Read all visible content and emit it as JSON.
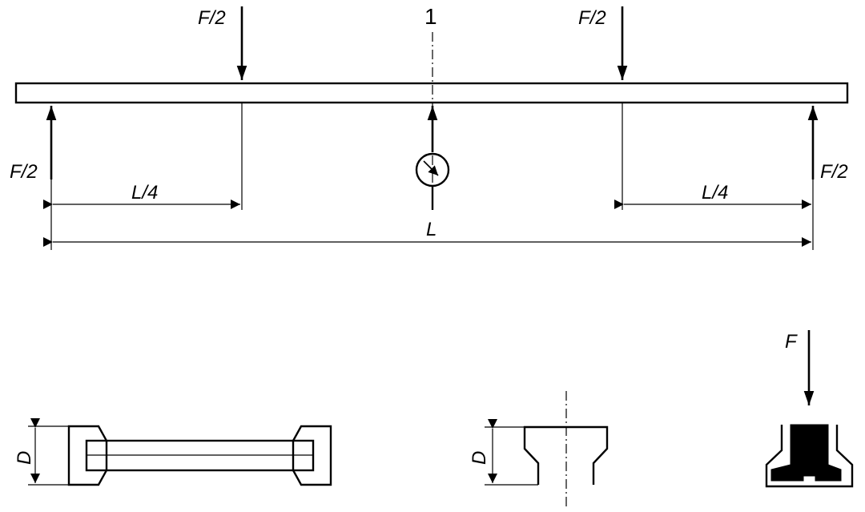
{
  "labels": {
    "load_left_top": "F/2",
    "load_right_top": "F/2",
    "support_left": "F/2",
    "support_right": "F/2",
    "center_marker": "1",
    "quarter_left": "L/4",
    "quarter_right": "L/4",
    "span": "L",
    "diameter_left": "D",
    "diameter_middle": "D",
    "force_right": "F"
  },
  "colors": {
    "ink": "#000000",
    "background": "#ffffff"
  },
  "icons": {
    "dial_gauge": "dial-gauge-icon"
  }
}
